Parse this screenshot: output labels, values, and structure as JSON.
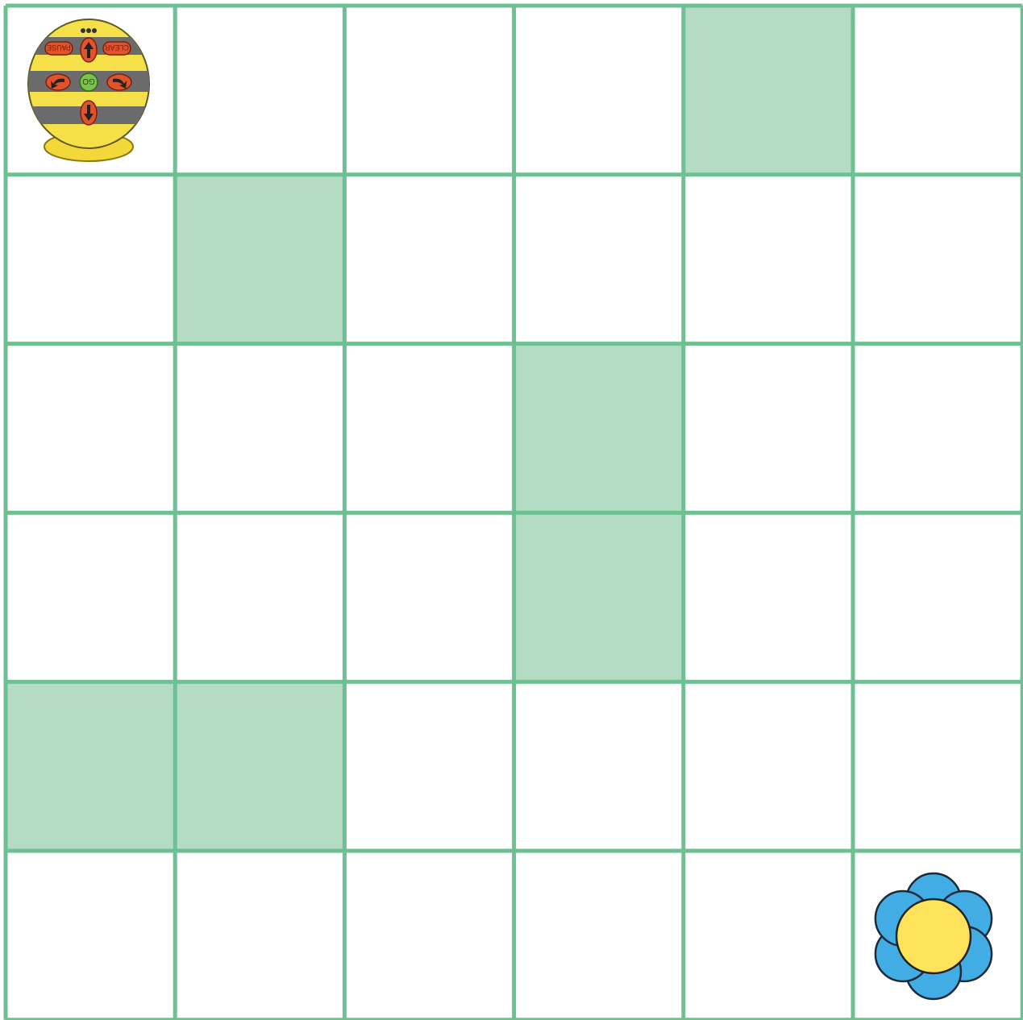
{
  "grid": {
    "rows": 6,
    "cols": 6,
    "line_color": "#6cc091",
    "shaded_color": "#b3dcc2",
    "empty_color": "#ffffff"
  },
  "shaded_cells": [
    {
      "row": 0,
      "col": 4
    },
    {
      "row": 1,
      "col": 1
    },
    {
      "row": 2,
      "col": 3
    },
    {
      "row": 3,
      "col": 3
    },
    {
      "row": 4,
      "col": 0
    },
    {
      "row": 4,
      "col": 1
    }
  ],
  "pieces": {
    "robot": {
      "icon": "bee-bot-robot-icon",
      "row": 0,
      "col": 0,
      "labels": {
        "pause": "PAUSE",
        "clear": "CLEAR",
        "go": "GO"
      }
    },
    "goal": {
      "icon": "flower-icon",
      "row": 5,
      "col": 5,
      "petal_color": "#41ade4",
      "center_color": "#fde25a"
    }
  }
}
